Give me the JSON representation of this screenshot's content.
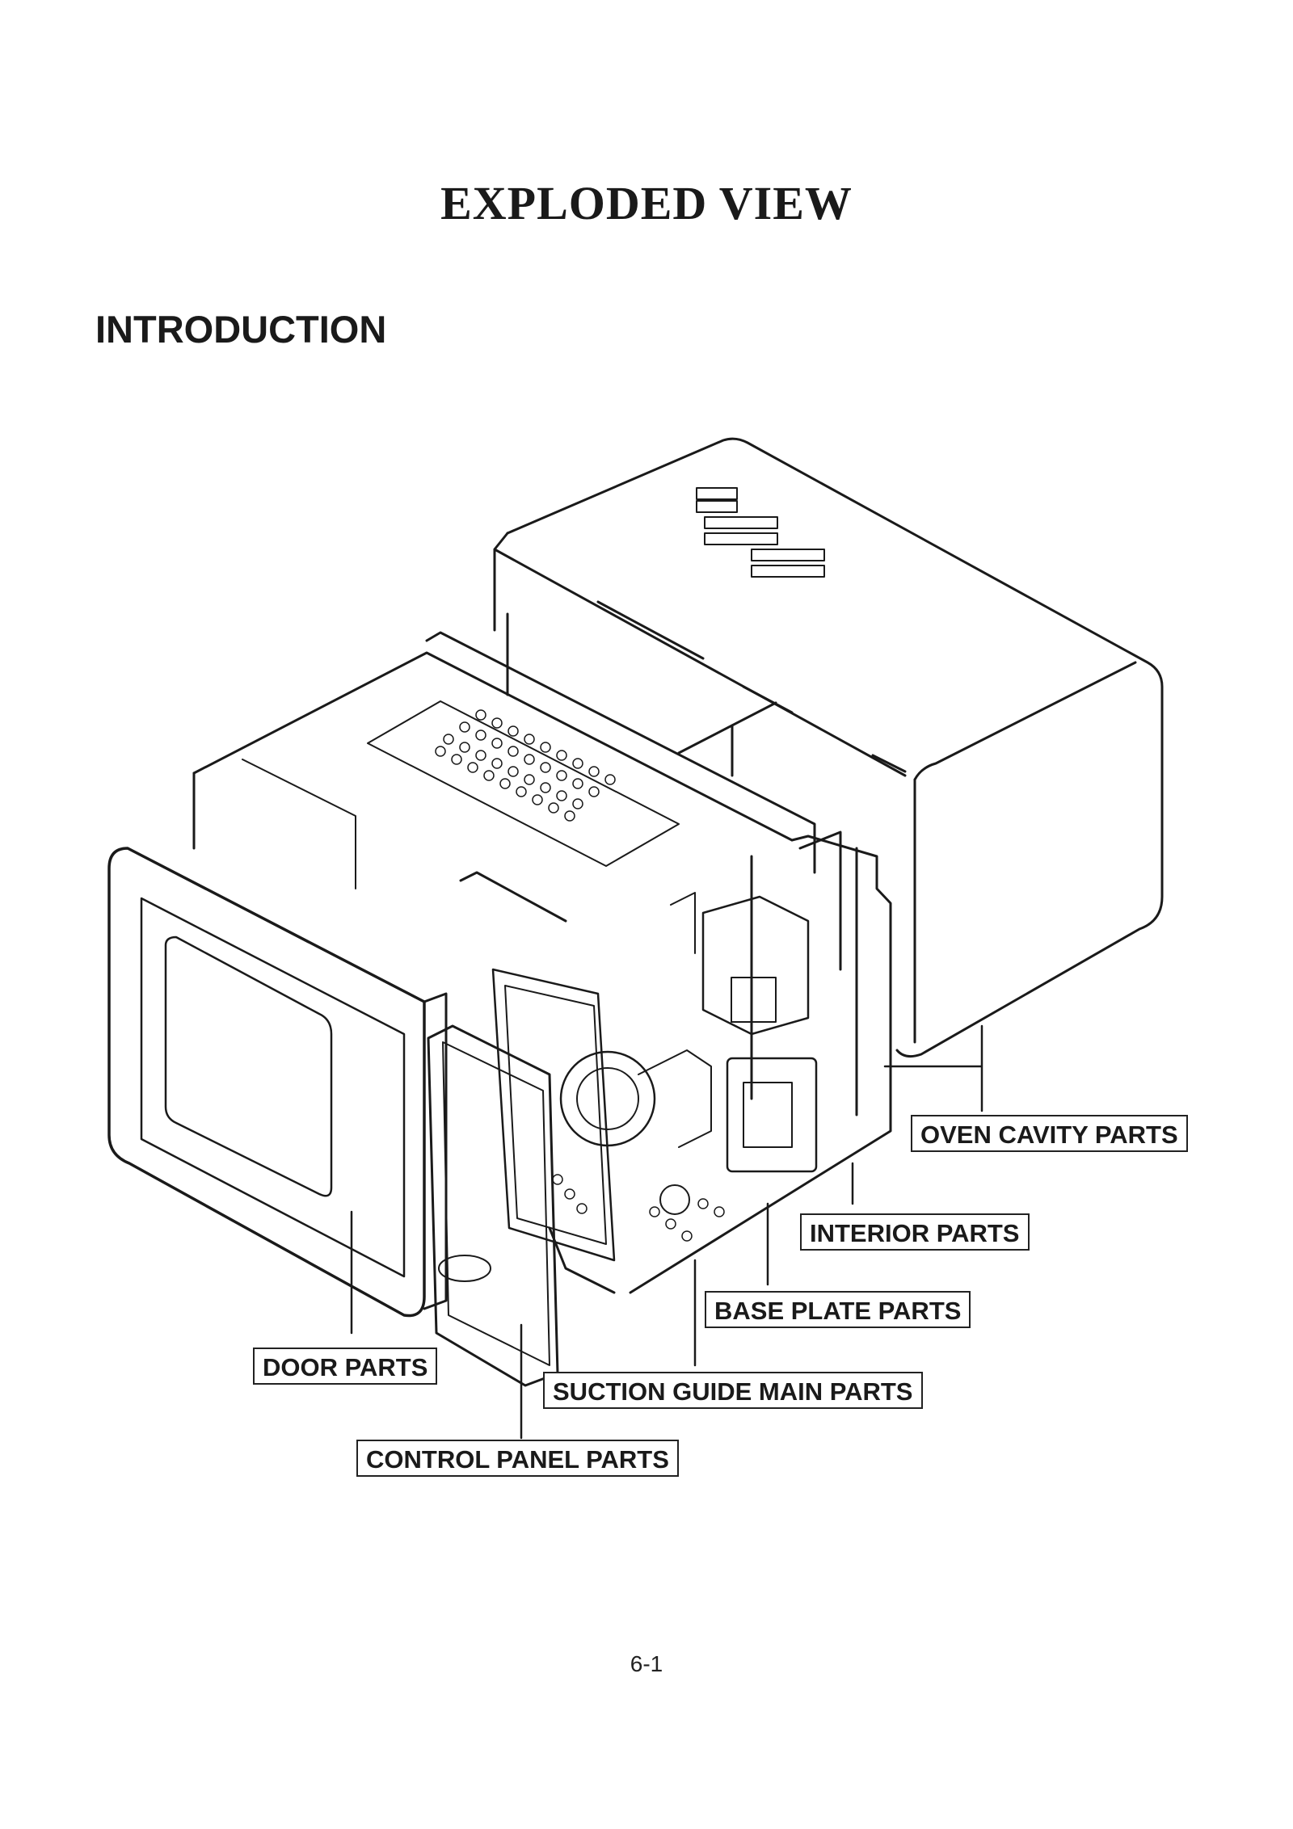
{
  "page": {
    "title": "EXPLODED VIEW",
    "section_heading": "INTRODUCTION",
    "page_number": "6-1"
  },
  "callouts": {
    "oven_cavity": "OVEN CAVITY PARTS",
    "interior": "INTERIOR PARTS",
    "base_plate": "BASE PLATE PARTS",
    "door": "DOOR PARTS",
    "suction_guide_main": "SUCTION GUIDE MAIN PARTS",
    "control_panel": "CONTROL PANEL PARTS"
  },
  "colors": {
    "line": "#1a1a1a",
    "paper": "#ffffff"
  }
}
